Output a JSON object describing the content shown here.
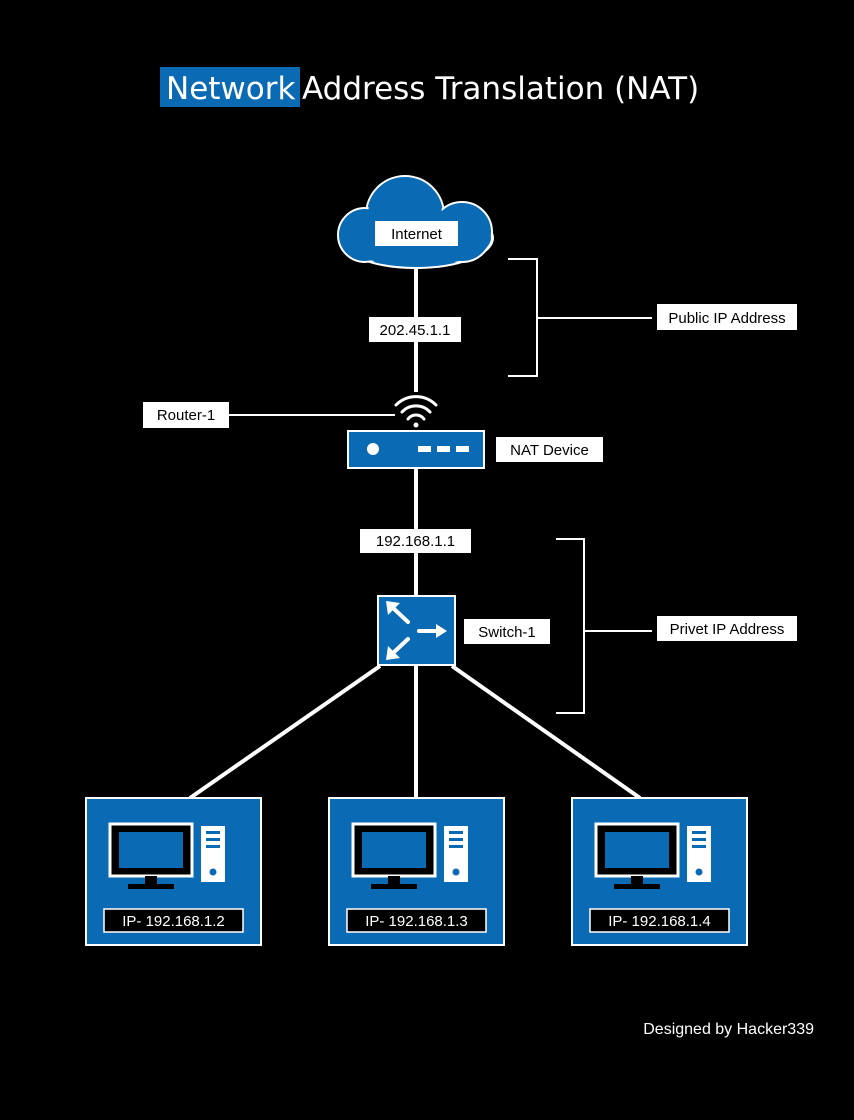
{
  "title": {
    "highlight": "Network",
    "rest": "Address Translation (NAT)"
  },
  "nodes": {
    "internet": "Internet",
    "router": "Router-1",
    "nat_device": "NAT Device",
    "switch": "Switch-1"
  },
  "addresses": {
    "public_ip": "202.45.1.1",
    "private_gateway": "192.168.1.1"
  },
  "brackets": {
    "public": "Public IP Address",
    "private": "Privet IP Address"
  },
  "computers": [
    {
      "ip": "IP- 192.168.1.2"
    },
    {
      "ip": "IP- 192.168.1.3"
    },
    {
      "ip": "IP- 192.168.1.4"
    }
  ],
  "footer": {
    "credit": "Designed by Hacker339"
  },
  "colors": {
    "background": "#000000",
    "accent": "#0a6ab3",
    "line": "#ffffff",
    "label_bg": "#ffffff",
    "label_text": "#000000"
  }
}
